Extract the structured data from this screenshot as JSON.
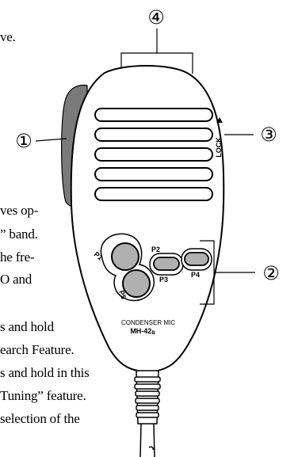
{
  "text_fragments": {
    "line_ve": "ve.",
    "line_ves_op": "ves op-",
    "line_band": "” band.",
    "line_he_fre": "he fre-",
    "line_o_and": "O and",
    "line_s_and_hold": "s and hold",
    "line_earch_feature": "earch Feature.",
    "line_and_hold_in_this": "s and hold in this",
    "line_tuning": "Tuning” feature.",
    "line_selection": "selection of the"
  },
  "callouts": {
    "c1": "①",
    "c2": "②",
    "c3": "③",
    "c4": "④"
  },
  "mic_labels": {
    "lock": "LOCK",
    "p1": "P1",
    "p2": "P2",
    "p3": "P3",
    "p4": "P4",
    "p5": "P5",
    "condenser": "CONDENSER  MIC",
    "model": "MH-42",
    "model_suffix": "B"
  }
}
